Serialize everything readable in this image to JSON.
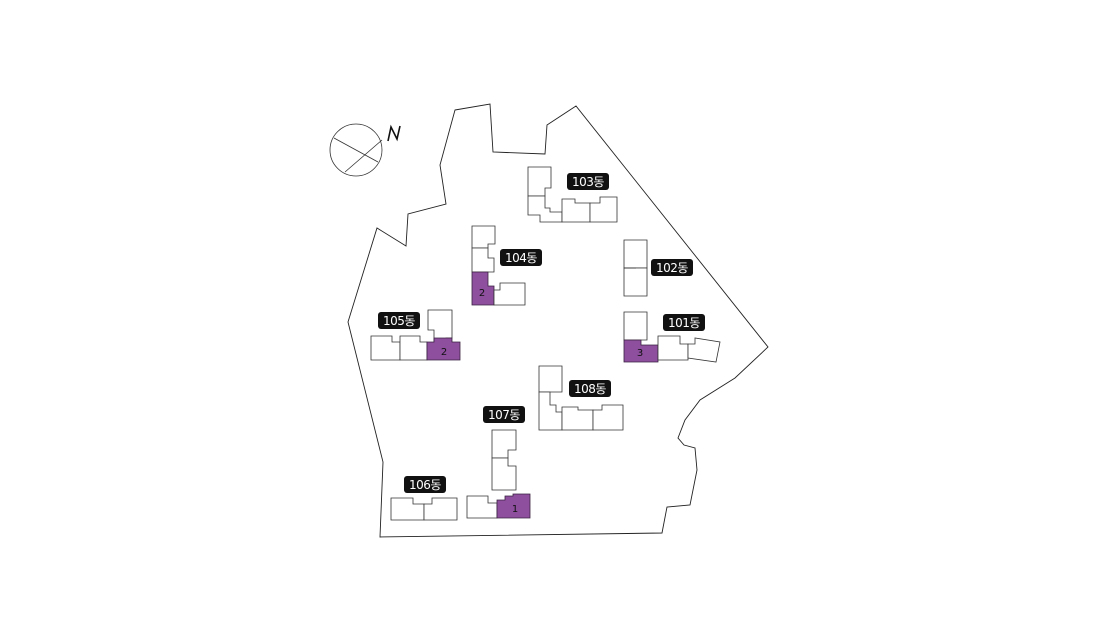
{
  "compass": {
    "label": "N"
  },
  "buildings": {
    "b101": {
      "label": "101동",
      "highlight_unit": "3"
    },
    "b102": {
      "label": "102동"
    },
    "b103": {
      "label": "103동"
    },
    "b104": {
      "label": "104동",
      "highlight_unit": "2"
    },
    "b105": {
      "label": "105동",
      "highlight_unit": "2"
    },
    "b106": {
      "label": "106동"
    },
    "b107": {
      "label": "107동",
      "highlight_unit": "1"
    },
    "b108": {
      "label": "108동"
    }
  },
  "colors": {
    "highlight": "#8e4f9e",
    "label_bg": "#111111",
    "label_text": "#ffffff",
    "outline": "#222222"
  }
}
